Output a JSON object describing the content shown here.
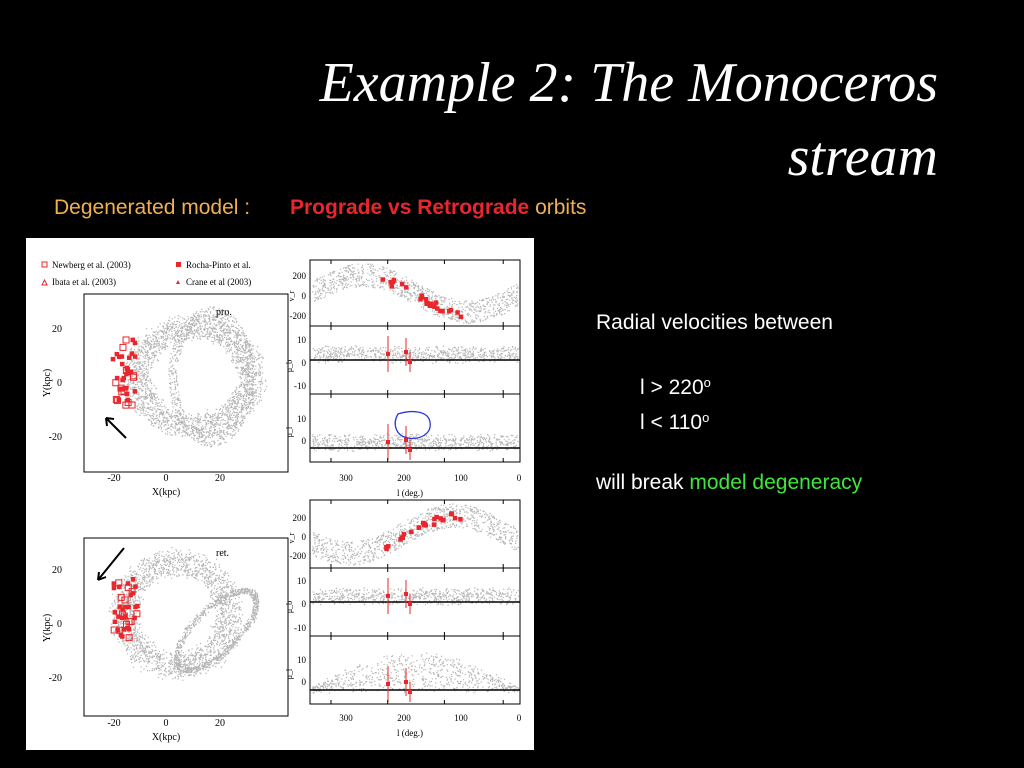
{
  "slide": {
    "title_line1": "Example 2: The Monoceros",
    "title_line2": "stream",
    "subtitle": {
      "label": "Degenerated model :",
      "highlight": "Prograde vs Retrograde",
      "tail": "orbits"
    }
  },
  "notes": {
    "intro": "Radial velocities between",
    "cond1_text": "l > 220",
    "cond1_sup": "o",
    "cond2_text": "l < 110",
    "cond2_sup": "o",
    "outro_plain": "will break",
    "outro_highlight": "model degeneracy"
  },
  "figure": {
    "legend": {
      "newberg": "Newberg et al. (2003)",
      "rocha": "Rocha-Pinto et al.",
      "ibata": "Ibata et al. (2003)",
      "crane": "Crane et al (2003)"
    },
    "top_xy": {
      "panel_label": "pro.",
      "xlabel": "X(kpc)",
      "ylabel": "Y(kpc)",
      "xticks": [
        "-20",
        "0",
        "20"
      ],
      "yticks": [
        "20",
        "0",
        "-20"
      ]
    },
    "bottom_xy": {
      "panel_label": "ret.",
      "xlabel": "X(kpc)",
      "ylabel": "Y(kpc)",
      "xticks": [
        "-20",
        "0",
        "20"
      ],
      "yticks": [
        "20",
        "0",
        "-20"
      ]
    },
    "velocity_panels": {
      "vr_ylabel": "v_r",
      "mub_ylabel": "μ_b",
      "mul_ylabel": "μ_l",
      "vr_ticks": [
        "200",
        "0",
        "-200"
      ],
      "mub_ticks": [
        "10",
        "0",
        "-10"
      ],
      "mul_ticks": [
        "10",
        "0"
      ],
      "xticks": [
        "300",
        "200",
        "100",
        "0"
      ],
      "xlabel": "l (deg.)"
    }
  },
  "colors": {
    "background": "#000000",
    "label": "#f0b050",
    "highlight_red": "#e8262c",
    "highlight_green": "#3ee63e",
    "scatter_gray": "#b4b4b4",
    "data_red": "#e8262c",
    "contour_blue": "#2a3bd6"
  }
}
